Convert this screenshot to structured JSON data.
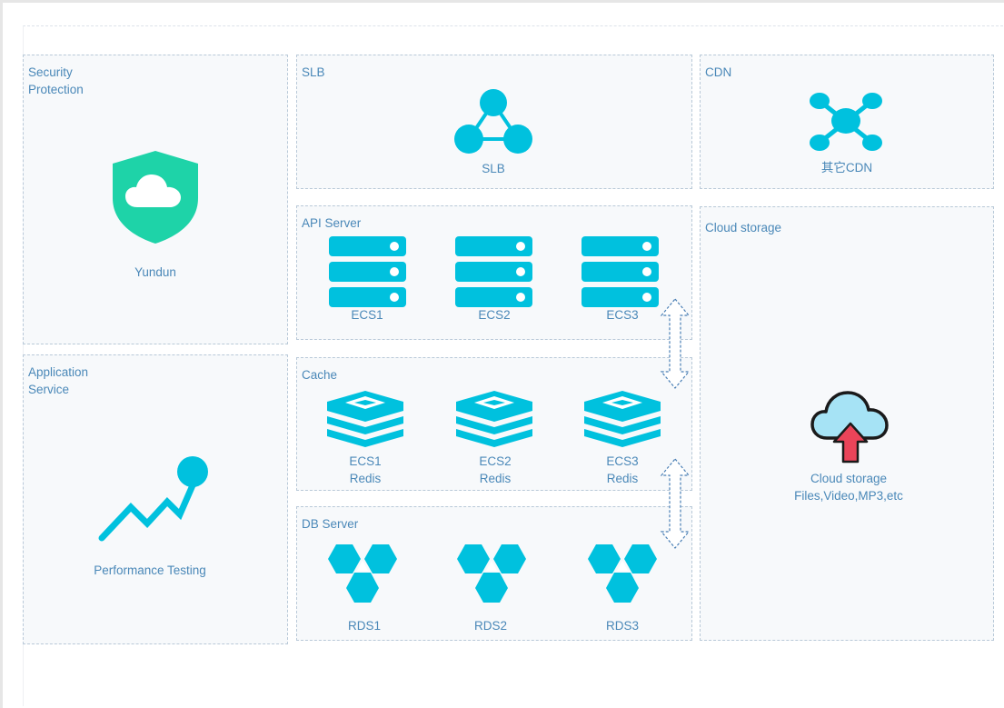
{
  "colors": {
    "icon_cyan": "#00c1de",
    "shield_green": "#1ed3a8",
    "label_blue": "#4a88b8",
    "panel_border": "#b9c9d8",
    "panel_fill": "#f7f9fb",
    "cloud_fill": "#a6e3f5",
    "upload_arrow": "#ea4459"
  },
  "panels": {
    "security": {
      "title": "Security\nProtection",
      "items": [
        {
          "icon": "shield-cloud-icon",
          "label": "Yundun"
        }
      ]
    },
    "app_service": {
      "title": "Application\nService",
      "items": [
        {
          "icon": "performance-chart-icon",
          "label": "Performance Testing"
        }
      ]
    },
    "slb": {
      "title": "SLB",
      "items": [
        {
          "icon": "load-balancer-icon",
          "label": "SLB"
        }
      ]
    },
    "cdn": {
      "title": "CDN",
      "items": [
        {
          "icon": "cdn-network-icon",
          "label": "其它CDN"
        }
      ]
    },
    "api": {
      "title": "API Server",
      "items": [
        {
          "icon": "server-rack-icon",
          "label": "ECS1"
        },
        {
          "icon": "server-rack-icon",
          "label": "ECS2"
        },
        {
          "icon": "server-rack-icon",
          "label": "ECS3"
        }
      ]
    },
    "cache": {
      "title": "Cache",
      "items": [
        {
          "icon": "redis-stack-icon",
          "line1": "ECS1",
          "line2": "Redis"
        },
        {
          "icon": "redis-stack-icon",
          "line1": "ECS2",
          "line2": "Redis"
        },
        {
          "icon": "redis-stack-icon",
          "line1": "ECS3",
          "line2": "Redis"
        }
      ]
    },
    "db": {
      "title": "DB Server",
      "items": [
        {
          "icon": "rds-hexagon-icon",
          "label": "RDS1"
        },
        {
          "icon": "rds-hexagon-icon",
          "label": "RDS2"
        },
        {
          "icon": "rds-hexagon-icon",
          "label": "RDS3"
        }
      ]
    },
    "storage": {
      "title": "Cloud storage",
      "items": [
        {
          "icon": "cloud-upload-icon",
          "line1": "Cloud storage",
          "line2": "Files,Video,MP3,etc"
        }
      ]
    }
  },
  "arrows": [
    {
      "name": "api-cache-arrow",
      "icon": "double-arrow-icon"
    },
    {
      "name": "cache-db-arrow",
      "icon": "double-arrow-icon"
    }
  ]
}
